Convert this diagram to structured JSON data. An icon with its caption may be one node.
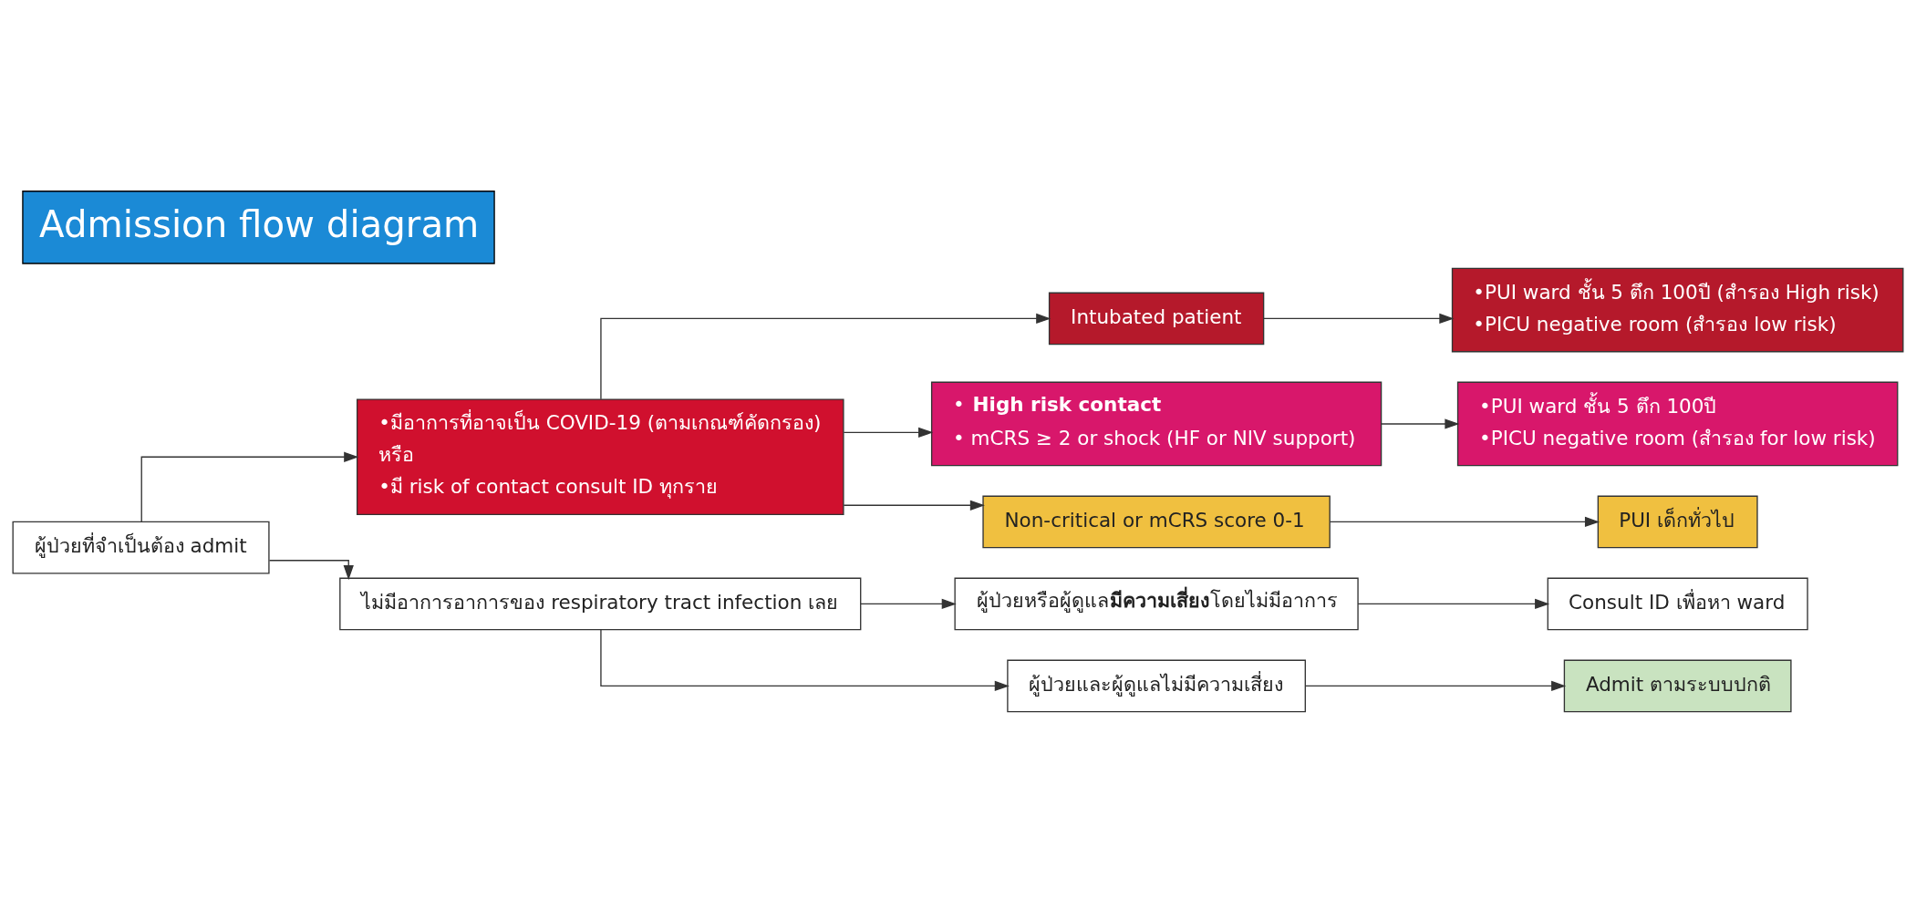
{
  "diagram": {
    "title": "Admission flow diagram",
    "nodes": [
      {
        "text": [
          "ผู้ป่วยที่จำเป็นต้อง admit"
        ]
      },
      {
        "text": [
          "•มีอาการที่อาจเป็น COVID-19 (ตามเกณฑ์คัดกรอง)",
          "หรือ",
          "•มี risk of contact consult ID ทุกราย"
        ]
      },
      {
        "text": [
          "ไม่มีอาการอาการของ respiratory tract infection เลย"
        ]
      },
      {
        "text": [
          "Intubated patient"
        ]
      },
      {
        "text": [
          "• **High risk contact**",
          "• mCRS ≥ 2 or shock (HF or NIV support)"
        ]
      },
      {
        "text": [
          "Non-critical or mCRS score 0-1"
        ]
      },
      {
        "text": [
          "ผู้ป่วยหรือผู้ดูแล**มีความเสี่ยง**โดยไม่มีอาการ"
        ]
      },
      {
        "text": [
          "ผู้ป่วยและผู้ดูแลไม่มีความเสี่ยง"
        ]
      },
      {
        "text": [
          "•PUI ward ชั้น 5 ตึก 100ปี (สำรอง High risk)",
          "•PICU negative room (สำรอง low risk)"
        ]
      },
      {
        "text": [
          "•PUI ward ชั้น 5 ตึก 100ปี",
          "•PICU negative room (สำรอง for low risk)"
        ]
      },
      {
        "text": [
          "PUI เด็กทั่วไป"
        ]
      },
      {
        "text": [
          "Consult ID เพื่อหา ward"
        ]
      },
      {
        "text": [
          "Admit ตามระบบปกติ"
        ]
      }
    ],
    "edges": [
      {
        "from": 0,
        "to": 1,
        "arrow": "to"
      },
      {
        "from": 0,
        "to": 2,
        "arrow": "to"
      },
      {
        "from": 1,
        "to": 3,
        "arrow": "to"
      },
      {
        "from": 1,
        "to": 4,
        "arrow": "to"
      },
      {
        "from": 1,
        "to": 5,
        "arrow": "to"
      },
      {
        "from": 2,
        "to": 6,
        "arrow": "to"
      },
      {
        "from": 2,
        "to": 7,
        "arrow": "to"
      },
      {
        "from": 3,
        "to": 8,
        "arrow": "to"
      },
      {
        "from": 4,
        "to": 9,
        "arrow": "to"
      },
      {
        "from": 5,
        "to": 10,
        "arrow": "to"
      },
      {
        "from": 6,
        "to": 11,
        "arrow": "to"
      },
      {
        "from": 7,
        "to": 12,
        "arrow": "to"
      }
    ]
  }
}
